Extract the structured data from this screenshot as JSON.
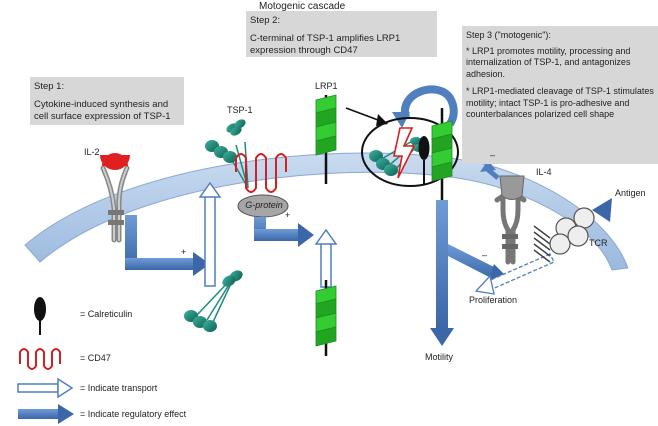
{
  "header": {
    "title": "Motogenic cascade"
  },
  "step1": {
    "title": "Step 1:",
    "body": "Cytokine-induced synthesis and cell surface expression of TSP-1"
  },
  "step2": {
    "title": "Step 2:",
    "body": "C-terminal of TSP-1 amplifies LRP1 expression through CD47"
  },
  "step3": {
    "title": "Step 3 (\"motogenic\"):",
    "bullet1": "* LRP1 promotes motility, processing and internalization of TSP-1, and antagonizes adhesion.",
    "bullet2": "* LRP1-mediated cleavage of TSP-1 stimulates motility; intact TSP-1 is pro-adhesive and counterbalances polarized cell shape"
  },
  "labels": {
    "il2": "IL-2",
    "tsp1": "TSP-1",
    "lrp1": "LRP1",
    "il4": "IL-4",
    "antigen": "Antigen",
    "tcr": "TCR",
    "g_protein": "G-protein",
    "proliferation": "Proliferation",
    "motility": "Motility",
    "plus": "+",
    "minus": "–"
  },
  "legend": {
    "calreticulin": "= Calreticulin",
    "cd47": "= CD47",
    "transport": "= Indicate transport",
    "regulatory": "= Indicate regulatory effect"
  },
  "colors": {
    "membrane": "#aec7e8",
    "regulatory_arrow": "#4f7fbf",
    "lrp1": "#33cc33",
    "tsp1": "#1f8c7a",
    "cd47": "#d42020",
    "il2": "#e02020",
    "box": "#d7d7d7"
  }
}
